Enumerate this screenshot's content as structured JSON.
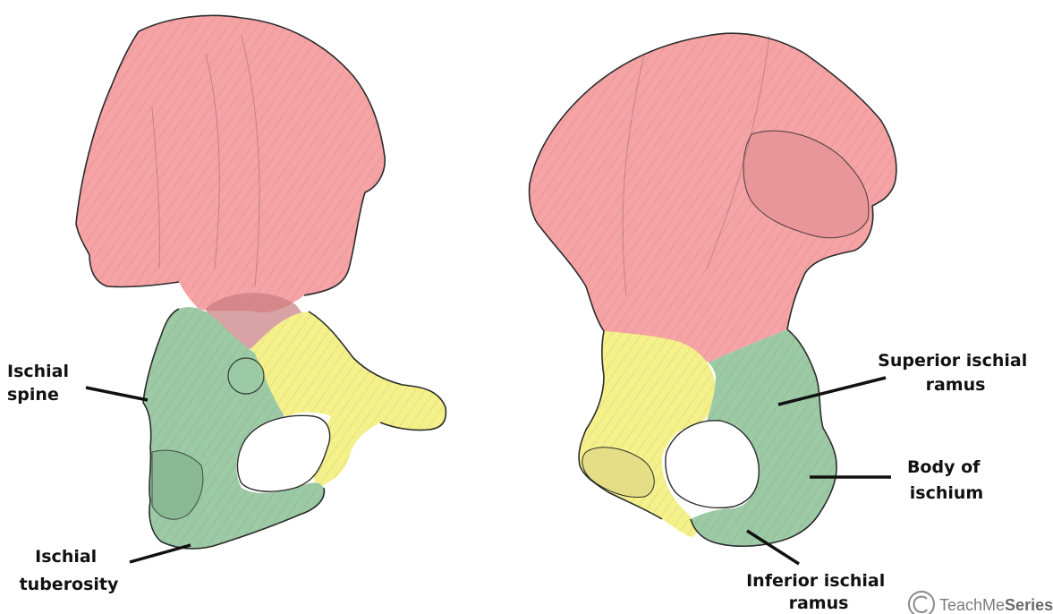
{
  "colors": {
    "ilium": "#f5a3a5",
    "ischium": "#9ccaa5",
    "pubis": "#f4f18a",
    "pointer": "#111111",
    "outline": "#2b2b2b"
  },
  "left_bone": {
    "labels": {
      "ischial_spine": [
        "Ischial",
        "spine"
      ],
      "ischial_tuberosity": [
        "Ischial",
        "tuberosity"
      ]
    }
  },
  "right_bone": {
    "labels": {
      "superior_ischial_ramus": [
        "Superior ischial",
        "ramus"
      ],
      "body_of_ischium": [
        "Body of",
        "ischium"
      ],
      "inferior_ischial_ramus": [
        "Inferior ischial",
        "ramus"
      ]
    }
  },
  "watermark": {
    "prefix": "TeachMe",
    "suffix": "Series",
    "icon": "copyright-icon"
  }
}
